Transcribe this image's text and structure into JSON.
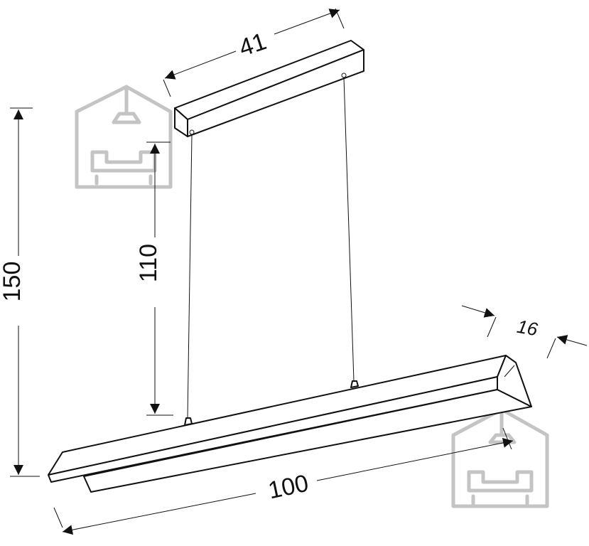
{
  "dimensions": {
    "canopy_length": "41",
    "suspension_height": "110",
    "total_height": "150",
    "lamp_depth": "16",
    "lamp_length": "100"
  },
  "colors": {
    "line": "#111111",
    "watermark": "#c4c4c4",
    "background": "#ffffff"
  },
  "icons": {
    "watermark": "house-with-lamp-and-sofa-icon"
  }
}
